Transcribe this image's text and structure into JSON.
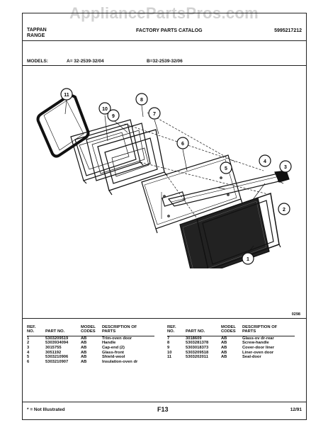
{
  "watermark": "AppliancePartsPros.com",
  "header": {
    "brand_line1": "TAPPAN",
    "brand_line2": "RANGE",
    "catalog": "FACTORY PARTS CATALOG",
    "catalog_number": "5995217212"
  },
  "models": {
    "label": "MODELS:",
    "a": "A= 32-2539-32/04",
    "b": "B=32-2539-32/06"
  },
  "diagram": {
    "code": "0298",
    "callouts": [
      "1",
      "2",
      "3",
      "4",
      "5",
      "6",
      "7",
      "8",
      "9",
      "10",
      "11"
    ]
  },
  "table": {
    "headers": {
      "ref": "REF. NO.",
      "part": "PART NO.",
      "model": "MODEL CODES",
      "desc": "DESCRIPTION OF PARTS"
    },
    "left_rows": [
      {
        "ref": "1",
        "part": "5303209519",
        "model": "AB",
        "desc": "Trim-oven door"
      },
      {
        "ref": "2",
        "part": "5303934094",
        "model": "AB",
        "desc": "Handle"
      },
      {
        "ref": "3",
        "part": "3015755",
        "model": "AB",
        "desc": "Cap-end (2)"
      },
      {
        "ref": "4",
        "part": "3051192",
        "model": "AB",
        "desc": "Glass-front"
      },
      {
        "ref": "5",
        "part": "5303210906",
        "model": "AB",
        "desc": "Shield-wool"
      },
      {
        "ref": "6",
        "part": "5303210907",
        "model": "AB",
        "desc": "Insulation-oven dr"
      }
    ],
    "right_rows": [
      {
        "ref": "7",
        "part": "3018609",
        "model": "AB",
        "desc": "Glass-ov dr-rear"
      },
      {
        "ref": "8",
        "part": "5303281378",
        "model": "AB",
        "desc": "Screw-handle"
      },
      {
        "ref": "9",
        "part": "5303018373",
        "model": "AB",
        "desc": "Cover-door liner"
      },
      {
        "ref": "10",
        "part": "5303209518",
        "model": "AB",
        "desc": "Liner-oven door"
      },
      {
        "ref": "11",
        "part": "5303202011",
        "model": "AB",
        "desc": "Seal-door"
      }
    ]
  },
  "footer": {
    "note": "* = Not Illustrated",
    "page": "F13",
    "date": "12/91"
  }
}
